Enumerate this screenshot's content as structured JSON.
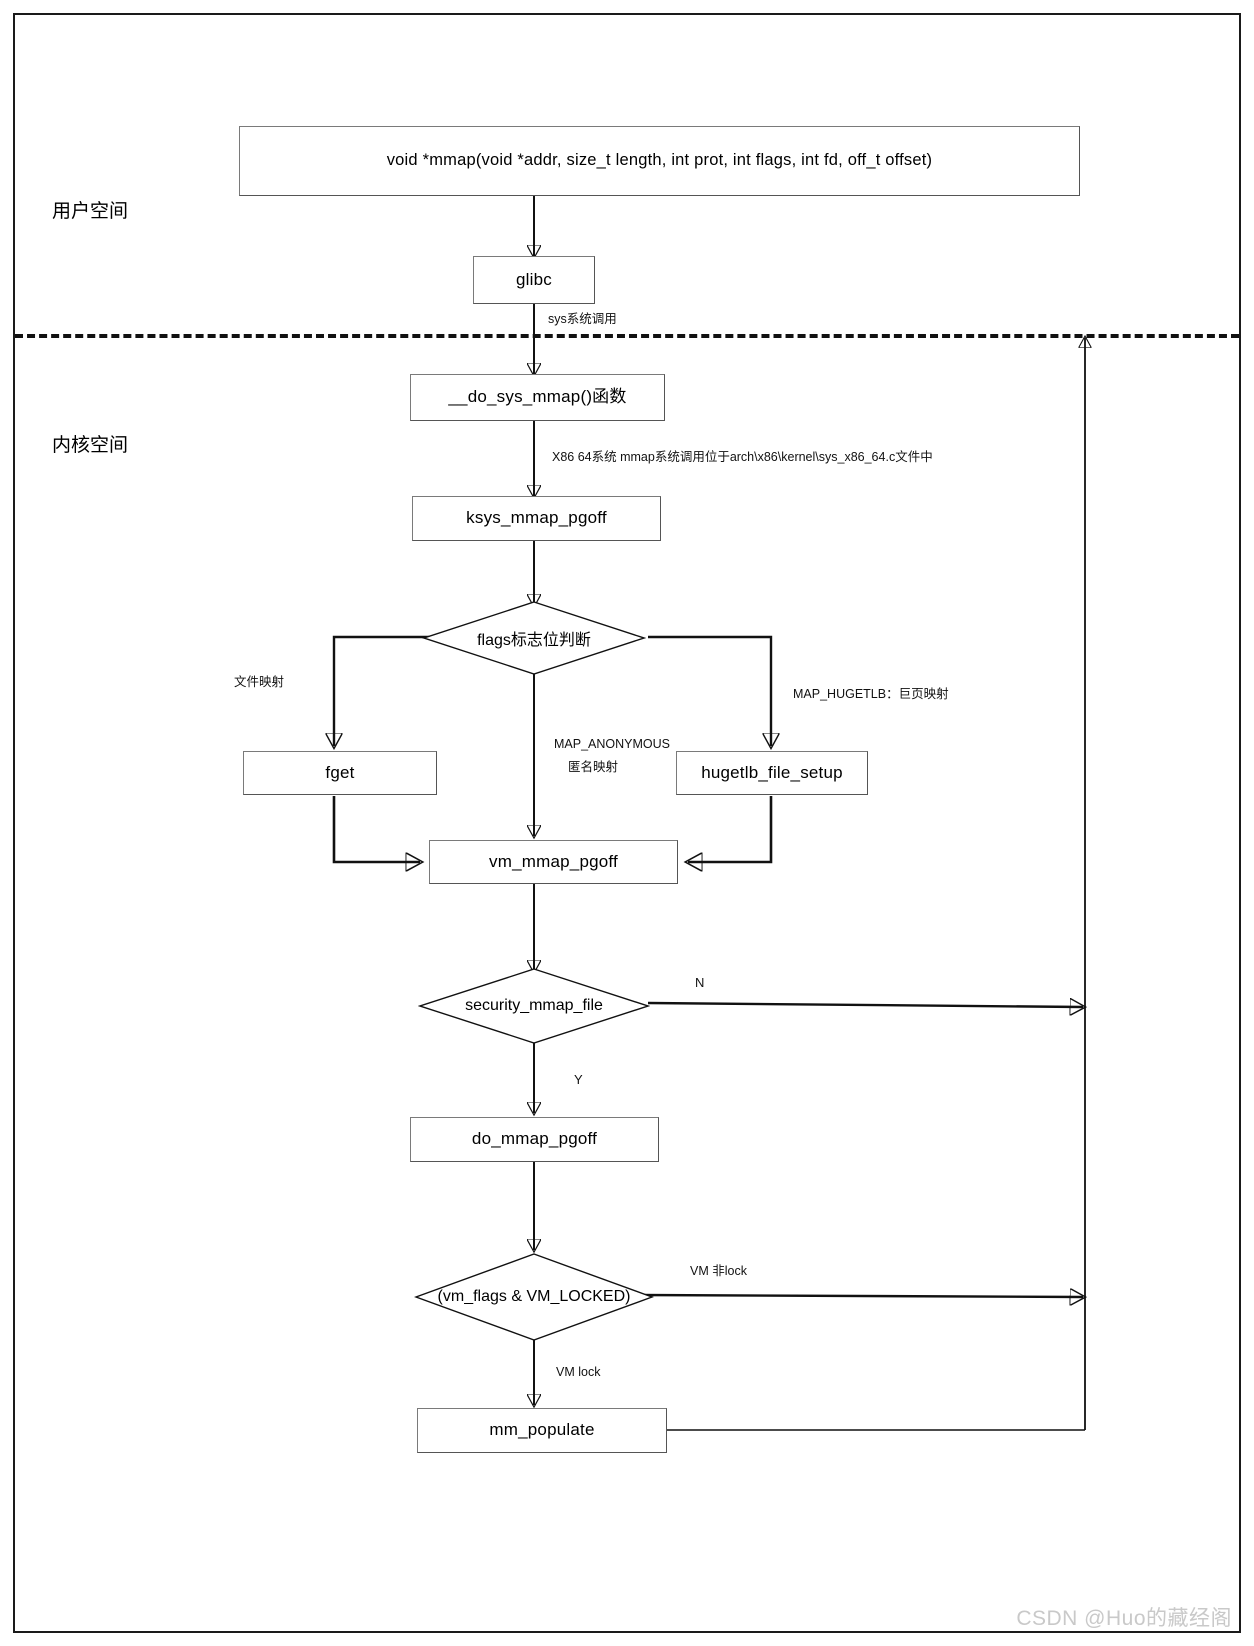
{
  "diagram": {
    "title": "mmap system call kernel flow",
    "watermark": "CSDN @Huo的藏经阁",
    "sections": [
      {
        "id": "user-space",
        "label": "用户空间"
      },
      {
        "id": "kernel-space",
        "label": "内核空间"
      }
    ],
    "nodes": [
      {
        "id": "mmap-signature",
        "shape": "box",
        "label": "void *mmap(void *addr, size_t length, int prot, int flags,    int fd, off_t offset)"
      },
      {
        "id": "glibc",
        "shape": "box",
        "label": "glibc"
      },
      {
        "id": "do-sys-mmap",
        "shape": "box",
        "label": "__do_sys_mmap()函数"
      },
      {
        "id": "ksys-mmap-pgoff",
        "shape": "box",
        "label": "ksys_mmap_pgoff"
      },
      {
        "id": "flags-decision",
        "shape": "diamond",
        "label": "flags标志位判断"
      },
      {
        "id": "fget",
        "shape": "box",
        "label": "fget"
      },
      {
        "id": "hugetlb-file-setup",
        "shape": "box",
        "label": "hugetlb_file_setup"
      },
      {
        "id": "vm-mmap-pgoff",
        "shape": "box",
        "label": "vm_mmap_pgoff"
      },
      {
        "id": "security-mmap-file",
        "shape": "diamond",
        "label": "security_mmap_file"
      },
      {
        "id": "do-mmap-pgoff",
        "shape": "box",
        "label": "do_mmap_pgoff"
      },
      {
        "id": "vm-locked-decision",
        "shape": "diamond",
        "label": "(vm_flags & VM_LOCKED)"
      },
      {
        "id": "mm-populate",
        "shape": "box",
        "label": "mm_populate"
      }
    ],
    "edge_labels": {
      "sys_call": "sys系统调用",
      "x86_64_note": "X86 64系统 mmap系统调用位于arch\\x86\\kernel\\sys_x86_64.c文件中",
      "file_mapping": "文件映射",
      "map_anonymous": "MAP_ANONYMOUS",
      "anonymous_mapping": "匿名映射",
      "map_hugetlb": "MAP_HUGETLB：巨页映射",
      "security_no": "N",
      "security_yes": "Y",
      "vm_not_lock": "VM 非lock",
      "vm_lock": "VM lock"
    },
    "colors": {
      "stroke": "#111111",
      "box_border": "#7a7a7a",
      "frame": "#1a1a1a",
      "background": "#ffffff",
      "watermark": "#c9c9c9"
    }
  }
}
